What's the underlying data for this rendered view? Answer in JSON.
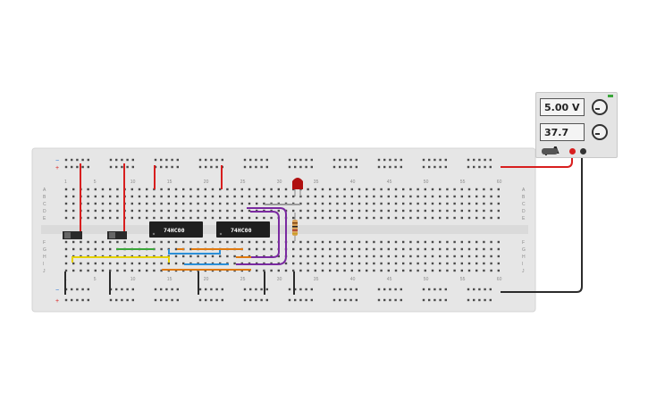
{
  "power_supply": {
    "voltage_display": "5.00 V",
    "current_display": "37.7 μA"
  },
  "chips": [
    {
      "label": "74HC00"
    },
    {
      "label": "74HC00"
    }
  ],
  "breadboard": {
    "column_numbers": [
      "1",
      "5",
      "10",
      "15",
      "20",
      "25",
      "30",
      "35",
      "40",
      "45",
      "50",
      "55",
      "60"
    ],
    "row_letters_top": [
      "A",
      "B",
      "C",
      "D",
      "E"
    ],
    "row_letters_bottom": [
      "F",
      "G",
      "H",
      "I",
      "J"
    ],
    "rail_minus": "−",
    "rail_plus": "+"
  },
  "colors": {
    "board": "#e6e6e6",
    "wire_red": "#d81e1e",
    "wire_black": "#2b2b2b",
    "wire_purple": "#7a2aa0",
    "wire_yellow": "#e6d200",
    "wire_green": "#3aa63a",
    "wire_orange": "#e07a10",
    "wire_blue": "#2b8fd8",
    "led": "#b01010",
    "chip": "#1f1f1f"
  }
}
